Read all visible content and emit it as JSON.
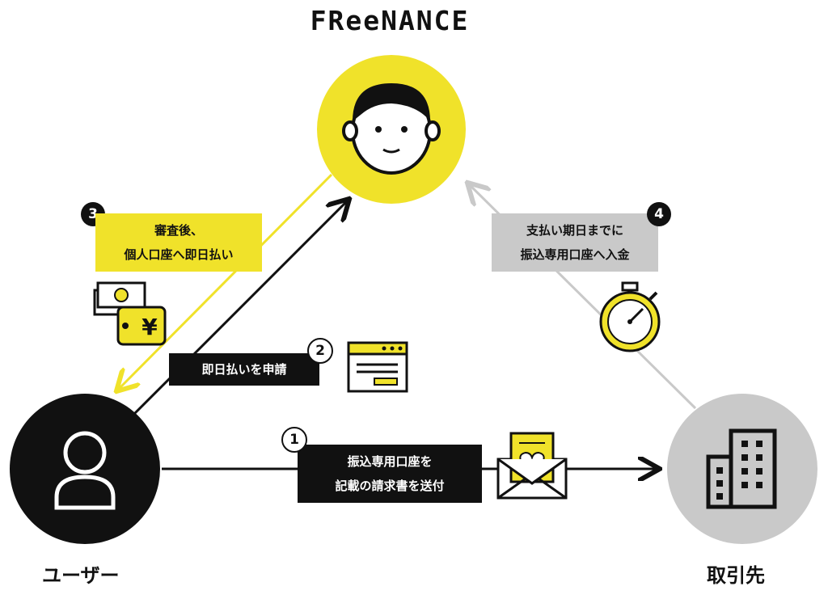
{
  "brand": "FReeNANCE",
  "nodes": {
    "user": "ユーザー",
    "client": "取引先"
  },
  "steps": [
    {
      "number": "1",
      "lines": [
        "振込専用口座を",
        "記載の請求書を送付"
      ]
    },
    {
      "number": "2",
      "lines": [
        "即日払いを申請"
      ]
    },
    {
      "number": "3",
      "lines": [
        "審査後、",
        "個人口座へ即日払い"
      ]
    },
    {
      "number": "4",
      "lines": [
        "支払い期日までに",
        "振込専用口座へ入金"
      ]
    }
  ],
  "icons": [
    "smiling-face-icon",
    "person-icon",
    "building-icon",
    "money-wallet-icon",
    "yen-icon",
    "application-window-icon",
    "envelope-heart-icon",
    "stopwatch-icon"
  ],
  "colors": {
    "yellow": "#f0e22a",
    "black": "#111111",
    "gray": "#c9c9c9"
  }
}
